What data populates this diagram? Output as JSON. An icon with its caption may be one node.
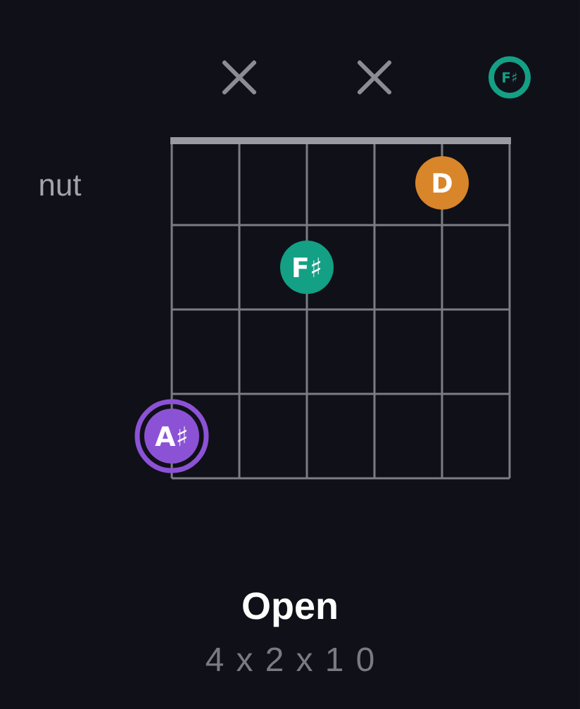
{
  "diagram": {
    "title": "Open",
    "caption": "4 x 2 x 1 0",
    "nodes": [
      {
        "text": [
          "F♯"
        ]
      },
      {
        "text": [
          "D"
        ]
      },
      {
        "text": [
          "F♯"
        ]
      },
      {
        "text": [
          "A♯"
        ]
      }
    ],
    "labels": [
      "nut"
    ]
  }
}
